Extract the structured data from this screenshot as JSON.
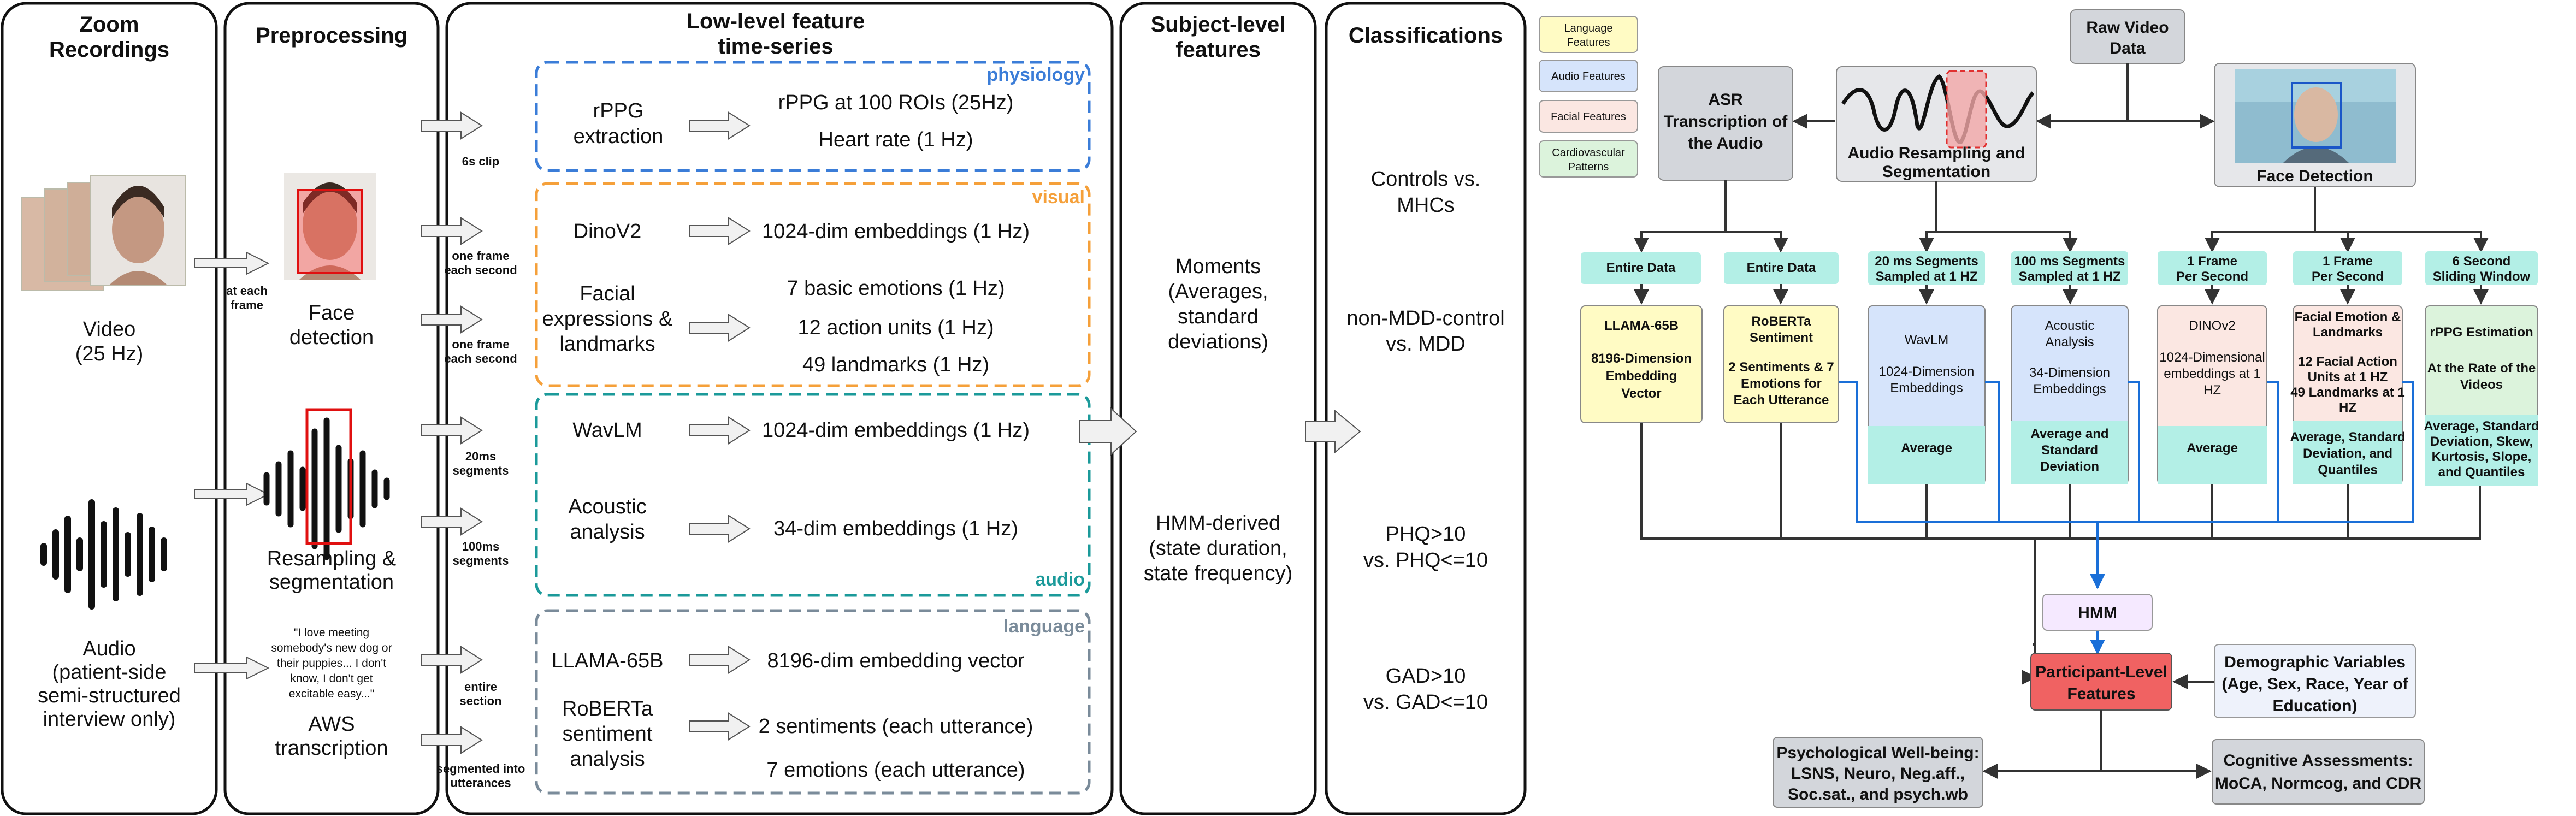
{
  "colors": {
    "physiology": "#3b7dd8",
    "visual": "#f5a03a",
    "audio": "#1b9a9a",
    "language": "#7a8b9a",
    "legend_language": "#fffbc4",
    "legend_audio": "#d6e4fb",
    "legend_facial": "#fbe7e2",
    "legend_cardio": "#dcf3dc",
    "teal_tag": "#b3efe6",
    "hmm_box": "#f5e9ff",
    "participant_box": "#f06262",
    "grey_box": "#d3d6db",
    "blue_arrow": "#1a6fd8"
  },
  "left": {
    "col1": {
      "title1": "Zoom",
      "title2": "Recordings",
      "video1": "Video",
      "video2": "(25 Hz)",
      "audio1": "Audio",
      "audio2": "(patient-side",
      "audio3": "semi-structured",
      "audio4": "interview only)"
    },
    "col2": {
      "title": "Preprocessing",
      "at_each1": "at each",
      "at_each2": "frame",
      "face1": "Face",
      "face2": "detection",
      "resamp1": "Resampling &",
      "resamp2": "segmentation",
      "quote1": "\"I love meeting",
      "quote2": "somebody's new dog or",
      "quote3": "their puppies... I don't",
      "quote4": "know, I don't get",
      "quote5": "excitable easy...\"",
      "aws": "AWS",
      "aws2": "transcription"
    },
    "col3": {
      "title1": "Low-level feature",
      "title2": "time-series",
      "physiology": "physiology",
      "visual": "visual",
      "audio": "audio",
      "language": "language",
      "clip": "6s clip",
      "oneframe1": "one frame",
      "oneframe2": "each second",
      "seg20a": "20ms",
      "seg20b": "segments",
      "seg100a": "100ms",
      "seg100b": "segments",
      "entire1": "entire",
      "entire2": "section",
      "segutt1": "segmented into",
      "segutt2": "utterances",
      "rppg1": "rPPG",
      "rppg2": "extraction",
      "rppg_out1": "rPPG at 100 ROIs (25Hz)",
      "rppg_out2": "Heart rate (1 Hz)",
      "dino": "DinoV2",
      "dino_out": "1024-dim embeddings (1 Hz)",
      "fe1": "Facial",
      "fe2": "expressions &",
      "fe3": "landmarks",
      "fe_out1": "7 basic emotions (1 Hz)",
      "fe_out2": "12 action units (1 Hz)",
      "fe_out3": "49 landmarks (1 Hz)",
      "wavlm": "WavLM",
      "wavlm_out": "1024-dim embeddings (1 Hz)",
      "ac1": "Acoustic",
      "ac2": "analysis",
      "ac_out": "34-dim embeddings (1 Hz)",
      "llama": "LLAMA-65B",
      "llama_out": "8196-dim embedding vector",
      "rob1": "RoBERTa",
      "rob2": "sentiment",
      "rob3": "analysis",
      "rob_out1": "2 sentiments (each utterance)",
      "rob_out2": "7 emotions (each utterance)"
    },
    "col4": {
      "title1": "Subject-level",
      "title2": "features",
      "m1": "Moments",
      "m2": "(Averages,",
      "m3": "standard",
      "m4": "deviations)",
      "h1": "HMM-derived",
      "h2": "(state duration,",
      "h3": "state frequency)"
    },
    "col5": {
      "title": "Classifications",
      "c1a": "Controls vs.",
      "c1b": "MHCs",
      "c2a": "non-MDD-control",
      "c2b": "vs. MDD",
      "c3a": "PHQ>10",
      "c3b": "vs. PHQ<=10",
      "c4a": "GAD>10",
      "c4b": "vs. GAD<=10"
    }
  },
  "right": {
    "legend": {
      "lang1": "Language",
      "lang2": "Features",
      "audio": "Audio Features",
      "facial": "Facial Features",
      "cardio1": "Cardiovascular",
      "cardio2": "Patterns"
    },
    "raw1": "Raw Video",
    "raw2": "Data",
    "asr1": "ASR",
    "asr2": "Transcription of",
    "asr3": "the Audio",
    "resamp1": "Audio Resampling and",
    "resamp2": "Segmentation",
    "facedet": "Face Detection",
    "tags": [
      {
        "a": "Entire Data",
        "b": ""
      },
      {
        "a": "Entire Data",
        "b": ""
      },
      {
        "a": "20 ms Segments",
        "b": "Sampled at 1 HZ"
      },
      {
        "a": "100 ms Segments",
        "b": "Sampled at 1 HZ"
      },
      {
        "a": "1 Frame",
        "b": "Per Second"
      },
      {
        "a": "1 Frame",
        "b": "Per Second"
      },
      {
        "a": "6 Second",
        "b": "Sliding Window"
      }
    ],
    "models": [
      {
        "l1": "LLAMA-65B",
        "l2": "",
        "l3": "8196-Dimension",
        "l4": "Embedding",
        "l5": "Vector"
      },
      {
        "l1": "RoBERTa",
        "l2": "Sentiment",
        "l3": "",
        "l4": "2 Sentiments & 7",
        "l5": "Emotions for",
        "l6": "Each Utterance"
      },
      {
        "l1": "WavLM",
        "l2": "",
        "l3": "1024-Dimension",
        "l4": "Embeddings"
      },
      {
        "l1": "Acoustic",
        "l2": "Analysis",
        "l3": "",
        "l4": "34-Dimension",
        "l5": "Embeddings"
      },
      {
        "l1": "DINOv2",
        "l2": "",
        "l3": "1024-Dimensional",
        "l4": "embeddings at 1",
        "l5": "HZ"
      },
      {
        "l1": "Facial Emotion &",
        "l2": "Landmarks",
        "l3": "",
        "l4": "12 Facial Action",
        "l5": "Units at 1 HZ",
        "l6": "49 Landmarks at 1",
        "l7": "HZ"
      },
      {
        "l1": "rPPG Estimation",
        "l2": "",
        "l3": "At the Rate of the",
        "l4": "Videos"
      }
    ],
    "aggs": [
      {
        "a": "Average",
        "b": "",
        "c": "",
        "d": "",
        "e": ""
      },
      {
        "a": "Average and",
        "b": "Standard",
        "c": "Deviation",
        "d": "",
        "e": ""
      },
      {
        "a": "Average",
        "b": "",
        "c": "",
        "d": "",
        "e": ""
      },
      {
        "a": "Average, Standard",
        "b": "Deviation, and",
        "c": "Quantiles",
        "d": "",
        "e": ""
      },
      {
        "a": "Average, Standard",
        "b": "Deviation, Skew,",
        "c": "Kurtosis, Slope,",
        "d": "and Quantiles",
        "e": ""
      }
    ],
    "hmm": "HMM",
    "part1": "Participant-Level",
    "part2": "Features",
    "demo1": "Demographic Variables",
    "demo2": "(Age, Sex, Race, Year of",
    "demo3": "Education)",
    "psych1": "Psychological Well-being:",
    "psych2": "LSNS, Neuro, Neg.aff.,",
    "psych3": "Soc.sat., and psych.wb",
    "cog1": "Cognitive Assessments:",
    "cog2": "MoCA, Normcog, and CDR"
  }
}
